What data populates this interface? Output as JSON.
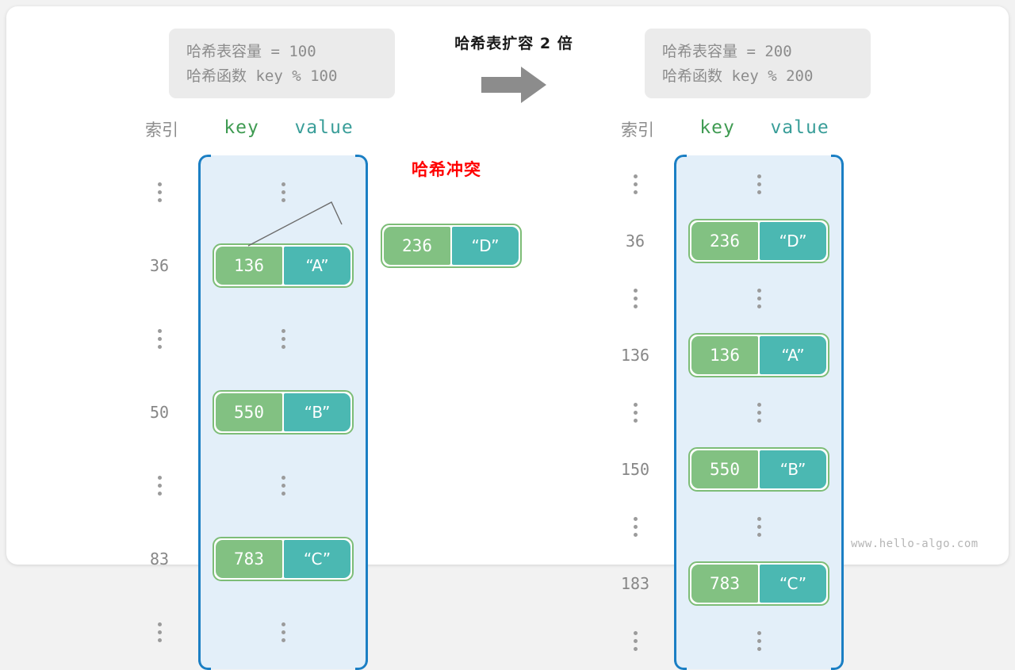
{
  "header": {
    "left_box": {
      "capacity_label": "哈希表容量",
      "capacity_text": "哈希表容量 = 100",
      "hash_fn_text": "哈希函数 key % 100"
    },
    "right_box": {
      "capacity_text": "哈希表容量 = 200",
      "hash_fn_text": "哈希函数 key % 200"
    },
    "expand_title": "哈希表扩容 2 倍",
    "arrow_icon": "right-arrow-icon"
  },
  "left_table": {
    "index_header": "索引",
    "key_header": "key",
    "value_header": "value",
    "rows": [
      {
        "index": "⋮",
        "type": "ellipsis"
      },
      {
        "index": "36",
        "type": "entry",
        "key": "136",
        "value": "“A”"
      },
      {
        "index": "⋮",
        "type": "ellipsis"
      },
      {
        "index": "50",
        "type": "entry",
        "key": "550",
        "value": "“B”"
      },
      {
        "index": "⋮",
        "type": "ellipsis"
      },
      {
        "index": "83",
        "type": "entry",
        "key": "783",
        "value": "“C”"
      },
      {
        "index": "⋮",
        "type": "ellipsis"
      }
    ]
  },
  "right_table": {
    "index_header": "索引",
    "key_header": "key",
    "value_header": "value",
    "rows": [
      {
        "index": "⋮",
        "type": "ellipsis"
      },
      {
        "index": "36",
        "type": "entry",
        "key": "236",
        "value": "“D”"
      },
      {
        "index": "⋮",
        "type": "ellipsis"
      },
      {
        "index": "136",
        "type": "entry",
        "key": "136",
        "value": "“A”"
      },
      {
        "index": "⋮",
        "type": "ellipsis"
      },
      {
        "index": "150",
        "type": "entry",
        "key": "550",
        "value": "“B”"
      },
      {
        "index": "⋮",
        "type": "ellipsis"
      },
      {
        "index": "183",
        "type": "entry",
        "key": "783",
        "value": "“C”"
      },
      {
        "index": "⋮",
        "type": "ellipsis"
      }
    ]
  },
  "collision": {
    "label": "哈希冲突",
    "key": "236",
    "value": "“D”"
  },
  "watermark": "www.hello-algo.com",
  "colors": {
    "key_cell": "#82c182",
    "value_cell": "#4bb8b2",
    "pill_border": "#7dbd77",
    "bucket_border": "#1b7fc4",
    "bucket_fill": "#e3eff9",
    "collision_red": "#ff0000",
    "info_box_bg": "#ebebeb",
    "muted_text": "#8c8c8c",
    "key_header_text": "#3f9b52",
    "value_header_text": "#3a9e99"
  }
}
